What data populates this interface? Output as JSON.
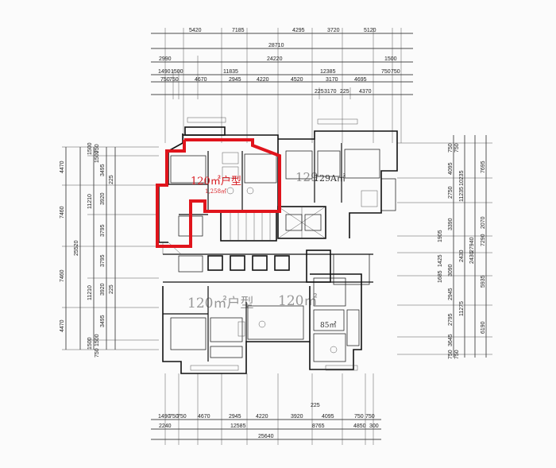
{
  "top_dims": {
    "row1": [
      "5420",
      "7185",
      "4295",
      "3720",
      "5120"
    ],
    "row2": "28710",
    "row3": [
      "2990",
      "24220",
      "1500"
    ],
    "row4": [
      "1490",
      "1500",
      "11835",
      "12385",
      "750",
      "750"
    ],
    "row5": [
      "750",
      "750",
      "4670",
      "2945",
      "4220",
      "4520",
      "3170",
      "4695"
    ],
    "row6": [
      "225",
      "3170",
      "225",
      "4370"
    ]
  },
  "bottom_dims": {
    "row1": [
      "1490",
      "750",
      "750",
      "4670",
      "2945",
      "4220",
      "3920",
      "4095",
      "750",
      "750"
    ],
    "row2": [
      "2240",
      "12585",
      "8765",
      "4850",
      "300"
    ],
    "row3": "25640",
    "mid": "225"
  },
  "left_dims": {
    "outer": [
      "4470",
      "7460",
      "25520",
      "7460",
      "4470"
    ],
    "mid": [
      "11210",
      "11210",
      "1500",
      "1500"
    ],
    "inner": [
      "3495",
      "3920",
      "3795",
      "3795",
      "3920",
      "3495",
      "225",
      "225",
      "750",
      "750",
      "1500",
      "1500"
    ]
  },
  "right_dims": {
    "col1": [
      "750",
      "750",
      "4095",
      "2750",
      "3390",
      "1905",
      "1425",
      "1685",
      "3090",
      "2945",
      "2795",
      "3645",
      "750",
      "750"
    ],
    "col2": [
      "11235",
      "10235",
      "2430",
      "11275"
    ],
    "col3": [
      "7695",
      "27940",
      "5935",
      "6190"
    ],
    "col4": [
      "2430",
      "2070",
      "7290"
    ]
  },
  "units": {
    "highlight_label": "120㎡户型",
    "highlight_area": "1,258㎡",
    "unit_a": "129A㎡",
    "unit_b": "129",
    "unit_c": "120㎡",
    "unit_d": "85㎡",
    "unit_e": "120㎡户型"
  },
  "colors": {
    "highlight": "#e0141c",
    "lines": "#111111"
  }
}
